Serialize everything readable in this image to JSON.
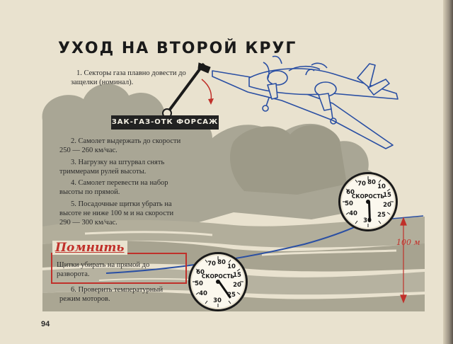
{
  "page": {
    "title": "УХОД НА ВТОРОЙ КРУГ",
    "page_number": "94"
  },
  "lever": {
    "label": "ЗАК-ГАЗ-ОТК ФОРСАЖ"
  },
  "steps": [
    "1. Секторы газа плавно довести до защелки (номинал).",
    "2. Самолет выдержать до скорости 250 — 260 км/час.",
    "3. Нагрузку на штурвал снять триммерами рулей высоты.",
    "4. Самолет перевести на набор высоты по прямой.",
    "5. Посадочные щитки убрать на высоте не ниже 100 м и на скорости 290 — 300 км/час.",
    "6. Проверить температурный режим моторов."
  ],
  "remember": {
    "title": "Помнить",
    "text": "Щитки убирать на прямой до разворота."
  },
  "altitude_label": "100 м",
  "gauges": [
    {
      "caption": "СКОРОСТЬ",
      "numbers": [
        "70",
        "80",
        "10",
        "60",
        "15",
        "50",
        "20",
        "40",
        "25",
        "30"
      ]
    },
    {
      "caption": "СКОРОСТЬ",
      "numbers": [
        "70",
        "80",
        "10",
        "60",
        "15",
        "50",
        "20",
        "40",
        "25",
        "30"
      ]
    }
  ],
  "colors": {
    "accent_red": "#c0302a",
    "ink": "#1a1a1a",
    "cloud": "#a8a592",
    "sky_line": "#2a4fa3",
    "paper": "#e9e2cf"
  }
}
